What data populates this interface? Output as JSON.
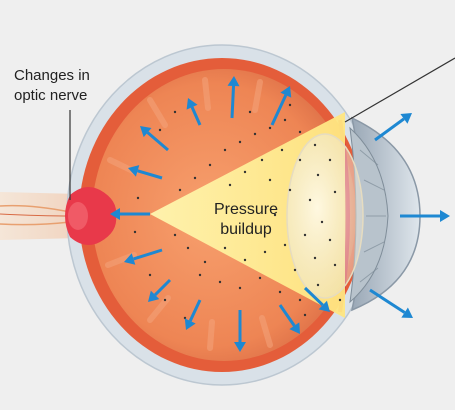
{
  "labels": {
    "optic_nerve_line1": "Changes in",
    "optic_nerve_line2": "optic nerve",
    "pressure_line1": "Pressure",
    "pressure_line2": "buildup"
  },
  "colors": {
    "background": "#efefef",
    "sclera": "#d9e1e8",
    "interior": "#ef8a5a",
    "cone": "#fff2a0",
    "arrow": "#1e88d2",
    "optic_nerve": "#e8394a",
    "leader_line": "#333333"
  },
  "icons": {
    "arrow": "outward-pressure-arrow-icon"
  }
}
